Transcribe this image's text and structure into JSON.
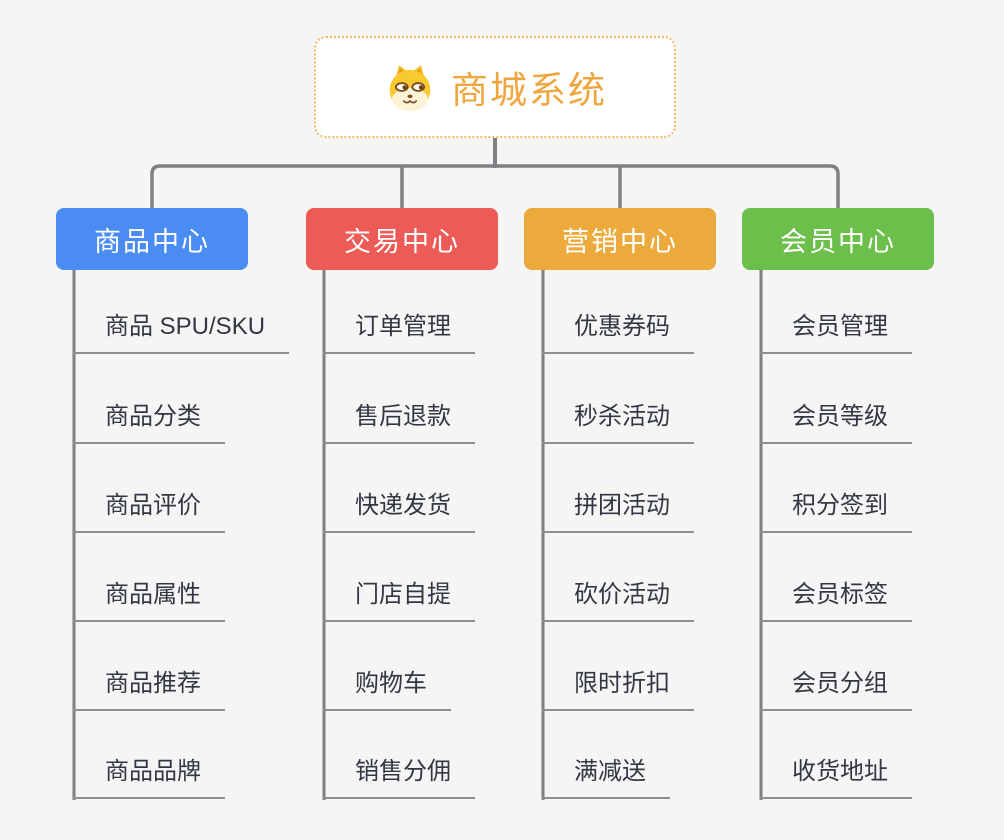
{
  "page": {
    "background_color": "#f5f5f6",
    "connector_color": "#7e8083",
    "underline_color": "#8d8f91",
    "child_text_color": "#333840"
  },
  "root": {
    "label": "商城系统",
    "icon": "dog-face-icon",
    "text_color": "#f0a63e",
    "border_color": "#f4ba60"
  },
  "branches": [
    {
      "label": "商品中心",
      "color": "#4a8cf2",
      "children": [
        "商品 SPU/SKU",
        "商品分类",
        "商品评价",
        "商品属性",
        "商品推荐",
        "商品品牌"
      ]
    },
    {
      "label": "交易中心",
      "color": "#ec5b56",
      "children": [
        "订单管理",
        "售后退款",
        "快递发货",
        "门店自提",
        "购物车",
        "销售分佣"
      ]
    },
    {
      "label": "营销中心",
      "color": "#eca93c",
      "children": [
        "优惠券码",
        "秒杀活动",
        "拼团活动",
        "砍价活动",
        "限时折扣",
        "满减送"
      ]
    },
    {
      "label": "会员中心",
      "color": "#6bbf4a",
      "children": [
        "会员管理",
        "会员等级",
        "积分签到",
        "会员标签",
        "会员分组",
        "收货地址"
      ]
    }
  ]
}
